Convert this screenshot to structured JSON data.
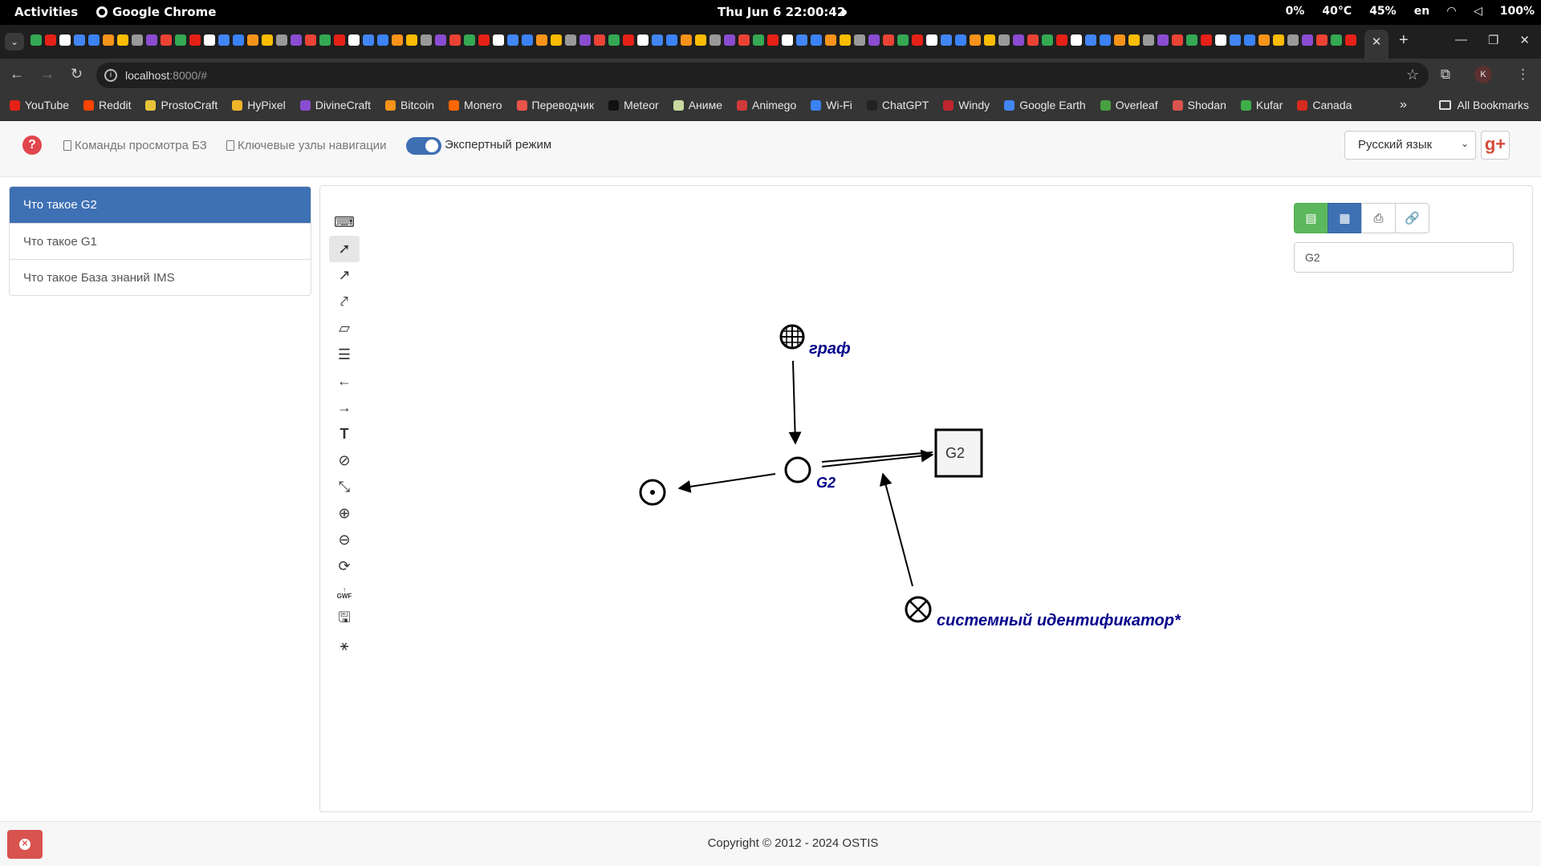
{
  "system_bar": {
    "activities": "Activities",
    "app_name": "Google Chrome",
    "clock": "Thu Jun 6  22:00:42",
    "disk": "0%",
    "temp": "40°C",
    "memory": "45%",
    "lang": "en",
    "battery": "100%"
  },
  "browser": {
    "url_host": "localhost",
    "url_rest": ":8000/#",
    "profile_letter": "K",
    "bookmarks": [
      {
        "label": "YouTube",
        "color": "#e62117"
      },
      {
        "label": "Reddit",
        "color": "#ff4500"
      },
      {
        "label": "ProstoCraft",
        "color": "#e8c33a"
      },
      {
        "label": "HyPixel",
        "color": "#f0b429"
      },
      {
        "label": "DivineCraft",
        "color": "#8a4cd0"
      },
      {
        "label": "Bitcoin",
        "color": "#f7931a"
      },
      {
        "label": "Monero",
        "color": "#ff6600"
      },
      {
        "label": "Переводчик",
        "color": "#e8534a"
      },
      {
        "label": "Meteor",
        "color": "#111111"
      },
      {
        "label": "Аниме",
        "color": "#c9d9a0"
      },
      {
        "label": "Animego",
        "color": "#d03a3a"
      },
      {
        "label": "Wi-Fi",
        "color": "#3b82f6"
      },
      {
        "label": "ChatGPT",
        "color": "#222222"
      },
      {
        "label": "Windy",
        "color": "#c0262d"
      },
      {
        "label": "Google Earth",
        "color": "#4285f4"
      },
      {
        "label": "Overleaf",
        "color": "#47a141"
      },
      {
        "label": "Shodan",
        "color": "#d9534f"
      },
      {
        "label": "Kufar",
        "color": "#3fae49"
      },
      {
        "label": "Canada",
        "color": "#d52b1e"
      }
    ],
    "all_bookmarks": "All Bookmarks",
    "more_glyph": "»"
  },
  "header": {
    "help_glyph": "?",
    "link_commands": "Команды просмотра БЗ",
    "link_nav": "Ключевые узлы навигации",
    "expert_mode": "Экспертный режим",
    "language": "Русский язык",
    "gplus": "g+"
  },
  "questions": [
    {
      "label": "Что такое G2",
      "active": true
    },
    {
      "label": "Что такое G1",
      "active": false
    },
    {
      "label": "Что такое База знаний IMS",
      "active": false
    }
  ],
  "search_value": "G2",
  "graph": {
    "node_class_label": "граф",
    "node_g2_label": "G2",
    "node_link_label": "G2",
    "node_sysid_label": "системный идентификатор*"
  },
  "footer": {
    "copyright": "Copyright © 2012 - 2024 OSTIS"
  }
}
